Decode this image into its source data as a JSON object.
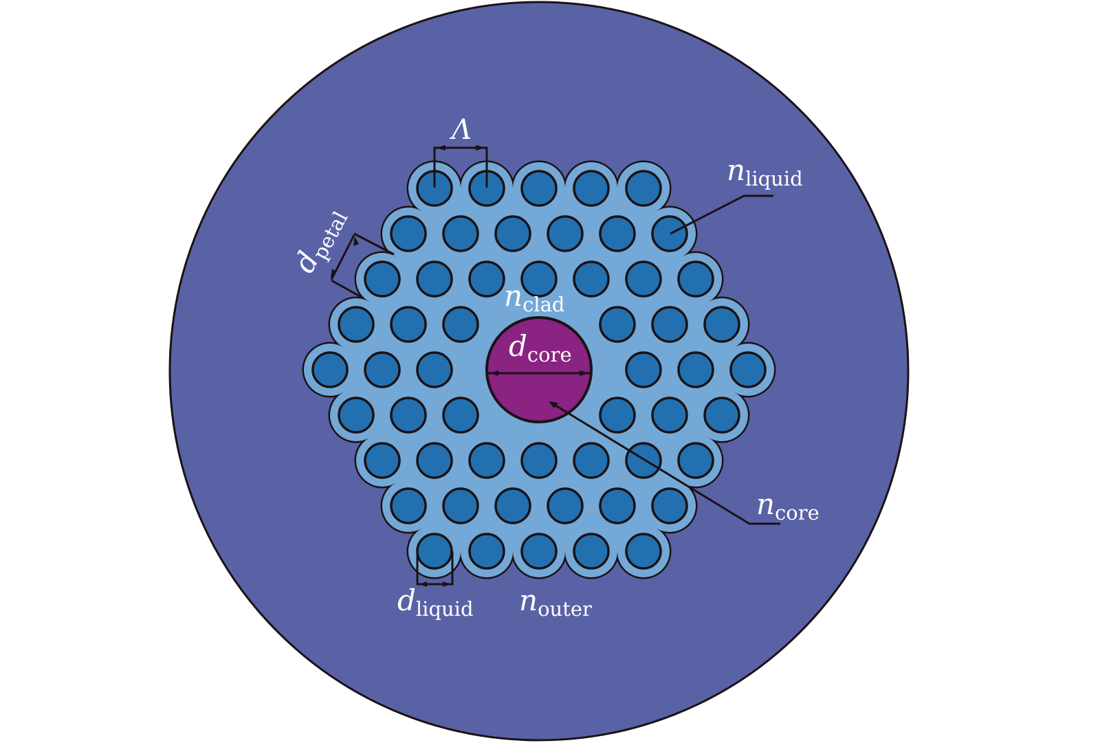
{
  "colors": {
    "outer": "#5A62A6",
    "cladding": "#74A8D6",
    "hole": "#2270B0",
    "core": "#8A2381",
    "stroke": "#1a1214",
    "label": "#ffffff"
  },
  "labels": {
    "lambda": "Λ",
    "n_liquid": {
      "main": "n",
      "sub": "liquid"
    },
    "d_petal": {
      "main": "d",
      "sub": "petal"
    },
    "n_clad": {
      "main": "n",
      "sub": "clad"
    },
    "d_core": {
      "main": "d",
      "sub": "core"
    },
    "n_core": {
      "main": "n",
      "sub": "core"
    },
    "d_liquid": {
      "main": "d",
      "sub": "liquid"
    },
    "n_outer": {
      "main": "n",
      "sub": "outer"
    }
  },
  "structure": {
    "lattice": "hexagonal",
    "rings": 4,
    "missing_central_holes": 7,
    "hole_count": 54
  }
}
